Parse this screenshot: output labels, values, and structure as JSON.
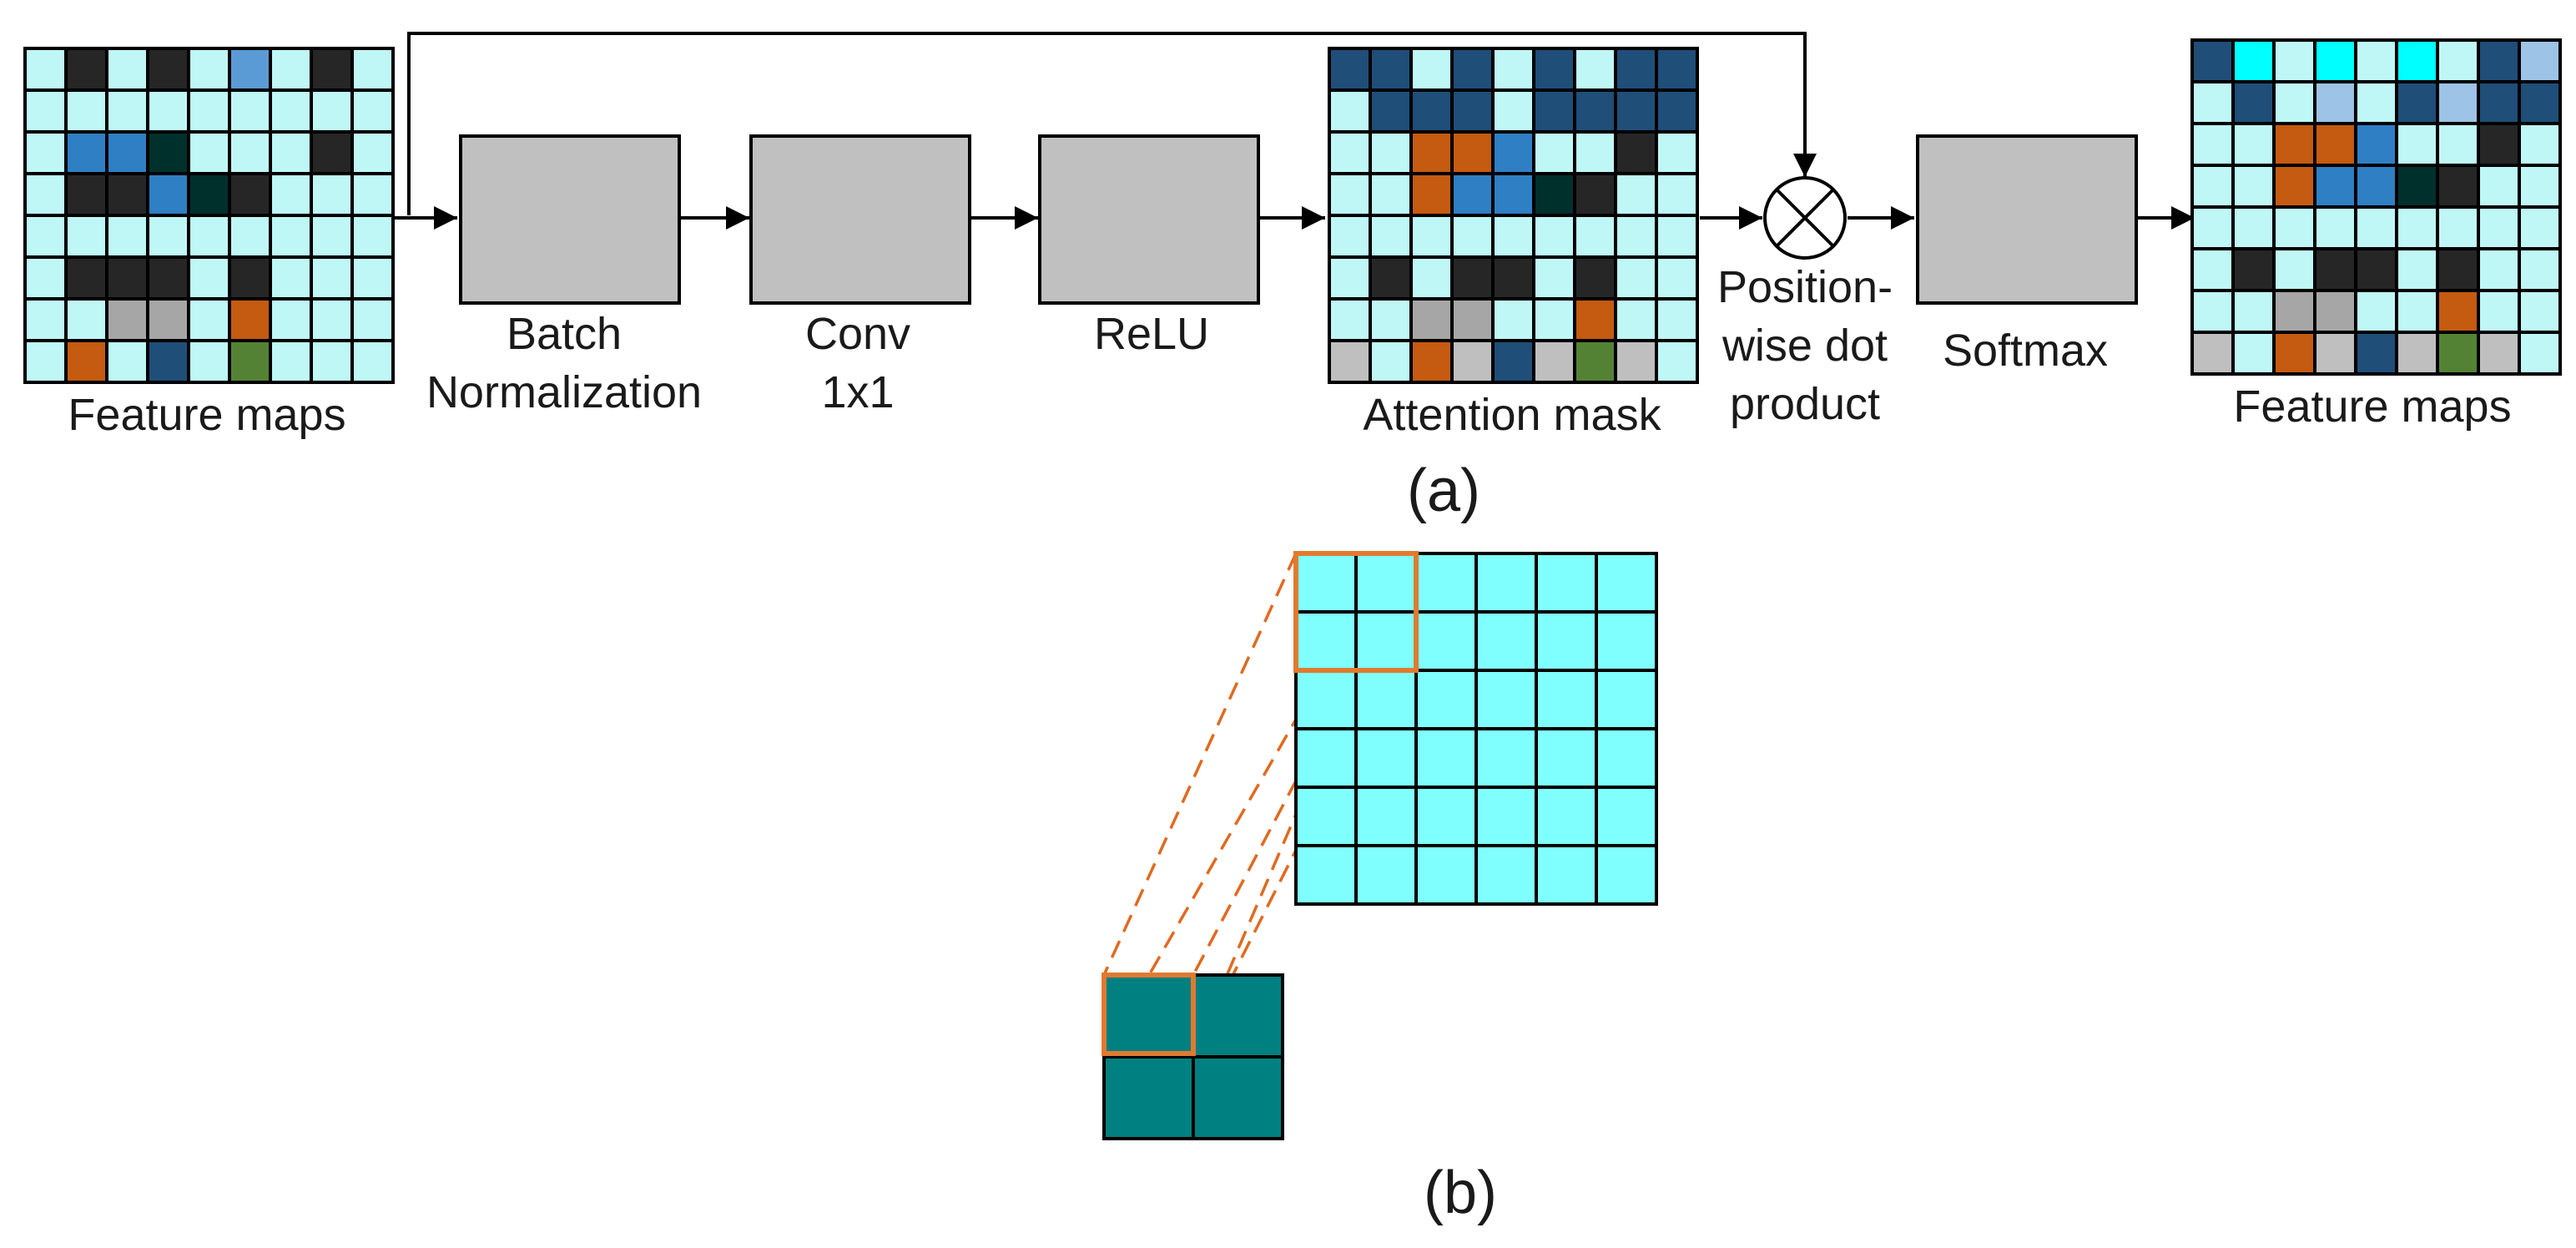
{
  "panel_a": {
    "caption": "(a)",
    "palette": {
      "L": "#bff7f7",
      "K": "#262626",
      "B": "#2f7fc4",
      "S": "#5b9bd5",
      "N": "#1f4e79",
      "D": "#00302c",
      "G": "#a6a6a6",
      "H": "#bfbfbf",
      "O": "#c55a11",
      "V": "#548235",
      "C": "#00ffff",
      "P": "#9dc3e6"
    },
    "input_map": {
      "label": "Feature maps",
      "grid": [
        "LKLKLSLKL",
        "LLLLLLLLL",
        "LBBDLLLKL",
        "LKKBDKLLL",
        "LLLLLLLLL",
        "LKKKLKLLL",
        "LLGGLOLLL",
        "LOLNLVLLL"
      ]
    },
    "stages": [
      {
        "id": "batch-norm",
        "lines": [
          "Batch",
          "Normalization"
        ]
      },
      {
        "id": "conv",
        "lines": [
          "Conv",
          "1x1"
        ]
      },
      {
        "id": "relu",
        "lines": [
          "ReLU"
        ]
      }
    ],
    "attention_mask": {
      "label": "Attention mask",
      "grid": [
        "NNLNLNLNN",
        "LNNNLNNNN",
        "LLOOBLLKL",
        "LLOBBDKLL",
        "LLLLLLLLL",
        "LKLKKLKLL",
        "LLGGLLOLL",
        "HLOHNHVHL"
      ]
    },
    "product": {
      "lines": [
        "Position-",
        "wise dot",
        "product"
      ]
    },
    "softmax": {
      "lines": [
        "Softmax"
      ]
    },
    "output_map": {
      "label": "Feature maps",
      "grid": [
        "NCLCLCLNP",
        "LNLPLNPNN",
        "LLOOBLLKL",
        "LLOBBDKLL",
        "LLLLLLLLL",
        "LKLKKLKLL",
        "LLGGLLOLL",
        "HLOHNHVHL"
      ]
    }
  },
  "panel_b": {
    "caption": "(b)",
    "large_grid": {
      "rows": 6,
      "cols": 6,
      "color": "#80ffff"
    },
    "small_grid": {
      "rows": 2,
      "cols": 2,
      "color": "#008080"
    },
    "window_color": "#e07a30"
  }
}
